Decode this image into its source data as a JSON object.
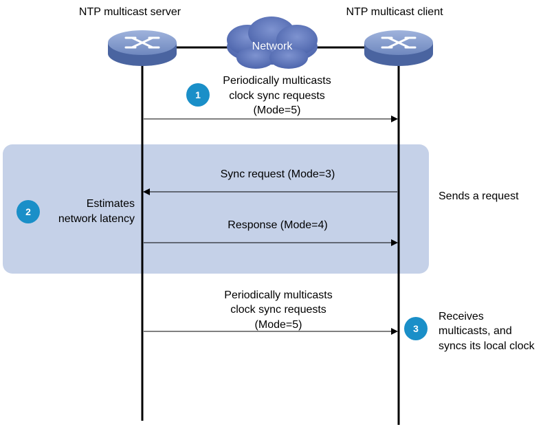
{
  "server_label": "NTP multicast server",
  "client_label": "NTP multicast client",
  "network_label": "Network",
  "step1": {
    "badge": "1",
    "line1": "Periodically multicasts",
    "line2": "clock sync requests",
    "line3": "(Mode=5)"
  },
  "step2": {
    "badge": "2",
    "line1": "Estimates",
    "line2": "network latency",
    "request": "Sync request (Mode=3)",
    "response": "Response (Mode=4)",
    "client_note": "Sends a request"
  },
  "step3": {
    "badge": "3",
    "line1": "Periodically multicasts",
    "line2": "clock sync requests",
    "line3": "(Mode=5)",
    "client_note1": "Receives",
    "client_note2": "multicasts, and",
    "client_note3": "syncs its local clock"
  },
  "colors": {
    "highlight_band": "#c5d1e8",
    "badge": "#1a8fc8",
    "router_top": "#7d96c8",
    "router_side": "#4a64a0",
    "cloud": "#5a73b8"
  }
}
